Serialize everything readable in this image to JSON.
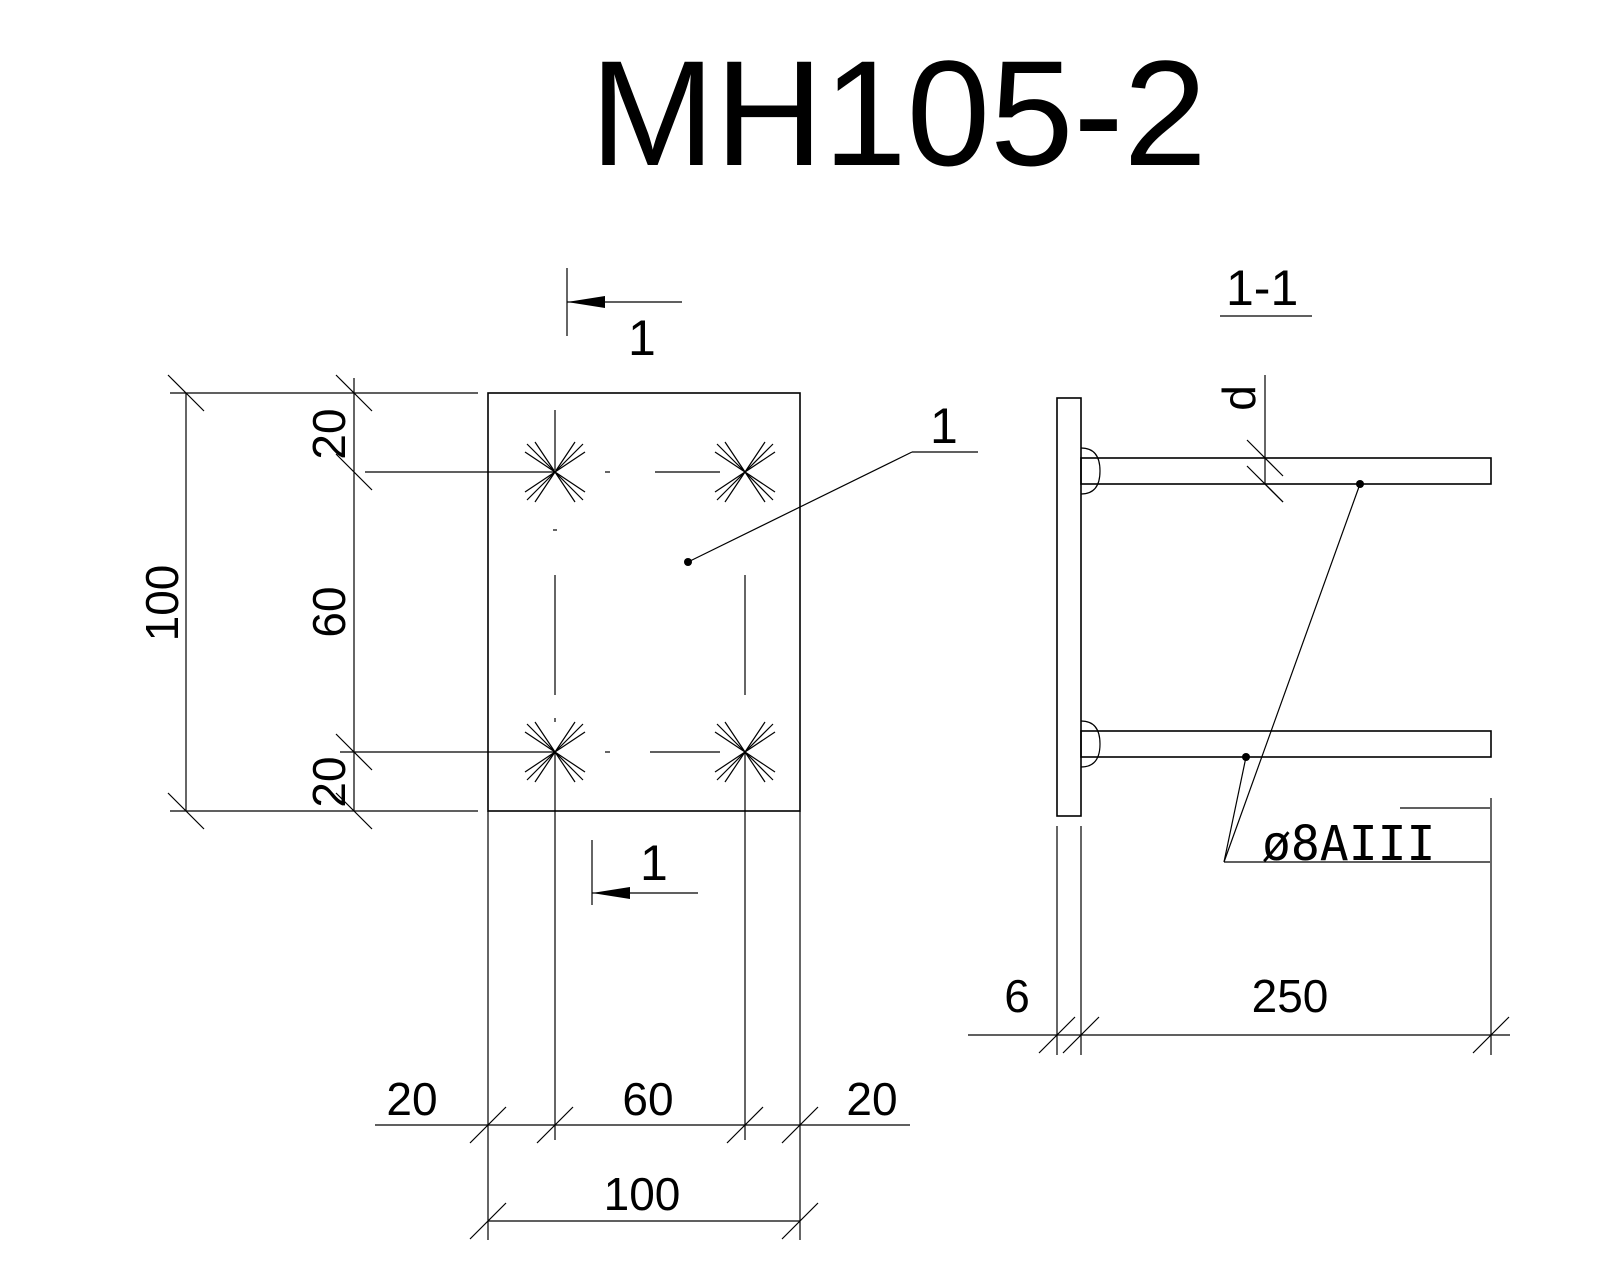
{
  "drawing": {
    "title": "MH105-2",
    "section_label": "1-1",
    "cut_mark": "1",
    "position_mark": "1",
    "rod_diameter_label": "d",
    "rebar_spec": "ø8AIII",
    "colors": {
      "line": "#000000",
      "background": "#ffffff"
    },
    "plan_dims": {
      "height_total": "100",
      "top_edge": "20",
      "middle_v": "60",
      "bottom_edge": "20",
      "left_edge": "20",
      "middle_h": "60",
      "right_edge": "20",
      "width_total": "100"
    },
    "section_dims": {
      "plate_thickness": "6",
      "rod_length": "250"
    }
  }
}
